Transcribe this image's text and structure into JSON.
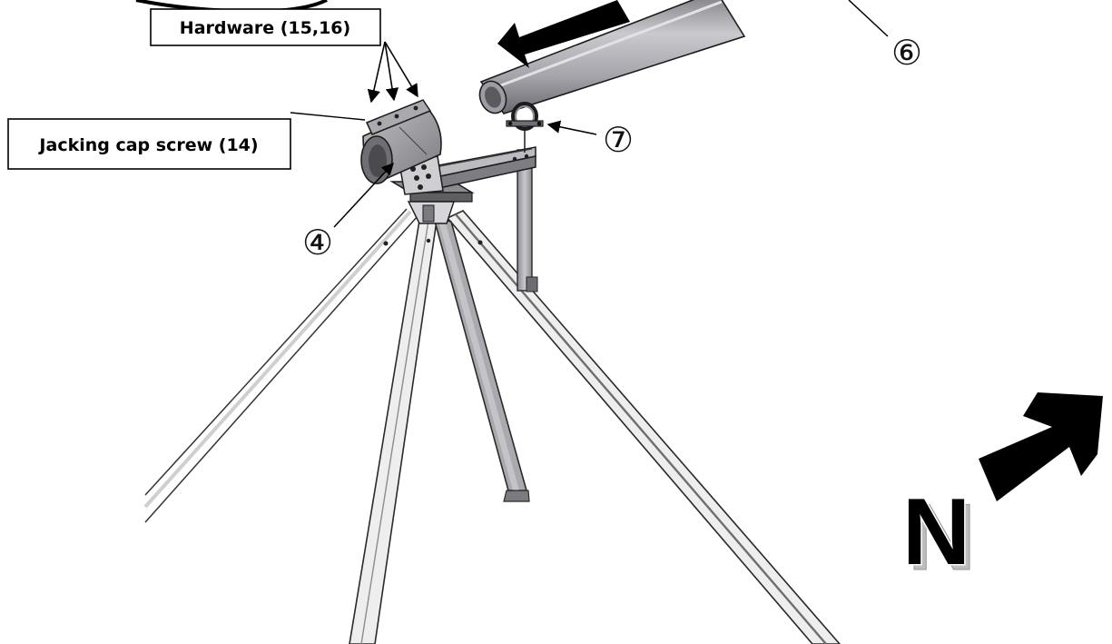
{
  "labels": {
    "hardware": "Hardware (15,16)",
    "jacking_cap_screw": "Jacking cap screw (14)",
    "part_4": "④",
    "part_6": "⑥",
    "part_7": "⑦",
    "north": "N"
  },
  "colors": {
    "steel_light": "#d9d9dc",
    "steel_mid": "#a9a9ae",
    "steel_dark": "#6d6d72",
    "leg_fill": "#eeeeef",
    "outline": "#2a2a2a",
    "arrow": "#000000",
    "north_letter": "#000000",
    "north_shadow": "#bdbdbd"
  },
  "icons": {
    "north_arrow": "north-arrow-icon",
    "direction_arrow": "direction-arrow-icon",
    "leader_arrow": "leader-arrowhead-icon"
  }
}
